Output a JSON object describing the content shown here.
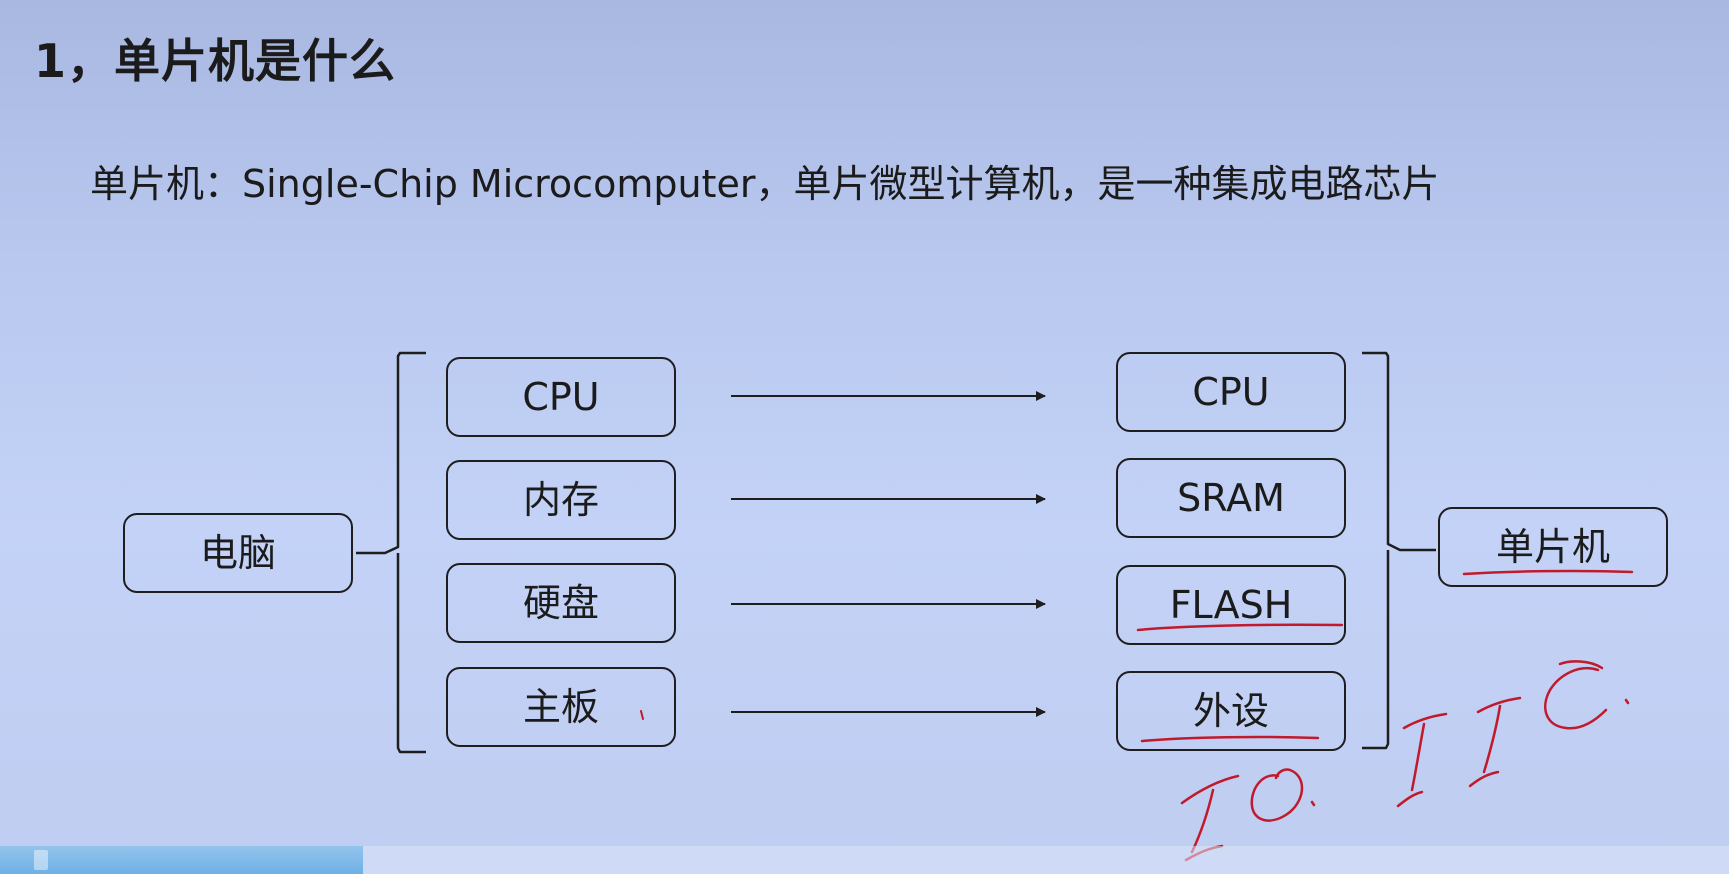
{
  "slide": {
    "title": "1，单片机是什么",
    "subtitle": "单片机：Single-Chip Microcomputer，单片微型计算机，是一种集成电路芯片"
  },
  "diagram": {
    "source": "电脑",
    "left_components": [
      "CPU",
      "内存",
      "硬盘",
      "主板"
    ],
    "right_components": [
      "CPU",
      "SRAM",
      "FLASH",
      "外设"
    ],
    "target": "单片机"
  },
  "handwriting": {
    "annotation": "IO. IIC."
  },
  "colors": {
    "line": "#1e1e1e",
    "ink": "#c01a2c"
  },
  "video_progress": {
    "fraction": 0.21
  }
}
